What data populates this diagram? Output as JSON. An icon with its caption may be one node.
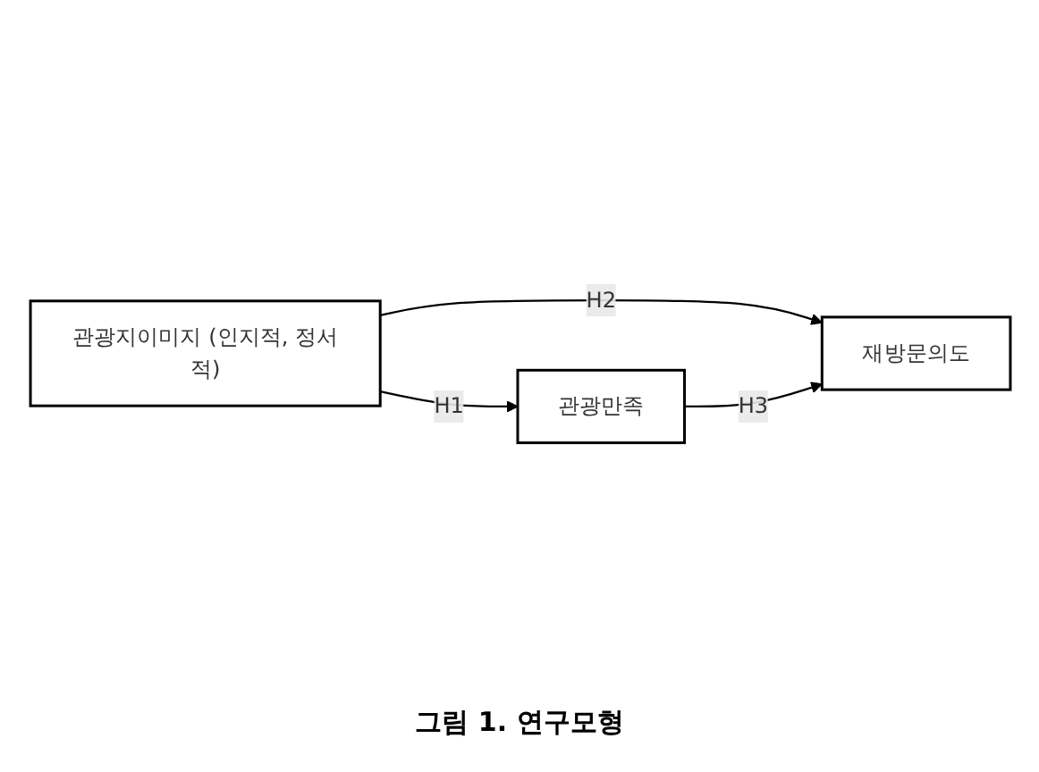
{
  "diagram": {
    "caption": "그림 1. 연구모형",
    "nodes": [
      {
        "text": [
          "관광지이미지 (인지적, 정서적)"
        ]
      },
      {
        "text": [
          "관광만족"
        ]
      },
      {
        "text": [
          "재방문의도"
        ]
      }
    ],
    "edges": [
      {
        "from": 0,
        "to": 1,
        "arrow": "to",
        "label": "H1"
      },
      {
        "from": 0,
        "to": 2,
        "arrow": "to",
        "label": "H2"
      },
      {
        "from": 1,
        "to": 2,
        "arrow": "to",
        "label": "H3"
      }
    ]
  }
}
